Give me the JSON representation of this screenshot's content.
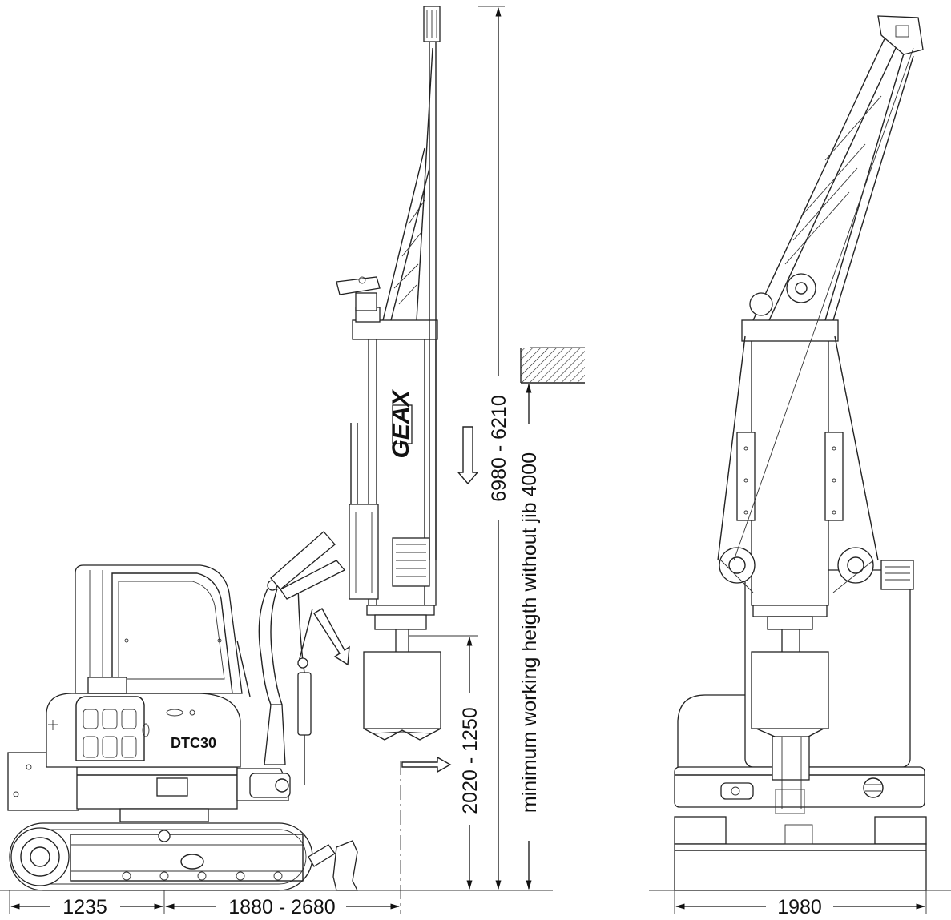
{
  "labels": {
    "brand": "GEAX",
    "model": "DTC30",
    "dim_rear_overhang": "1235",
    "dim_reach": "1880 - 2680",
    "dim_total_height": "6980 - 6210",
    "dim_min_working_height": "minimum working heigth without jib  4000",
    "dim_drill_height": "2020 - 1250",
    "dim_width": "1980"
  },
  "colors": {
    "line": "#222222",
    "background": "#ffffff"
  }
}
